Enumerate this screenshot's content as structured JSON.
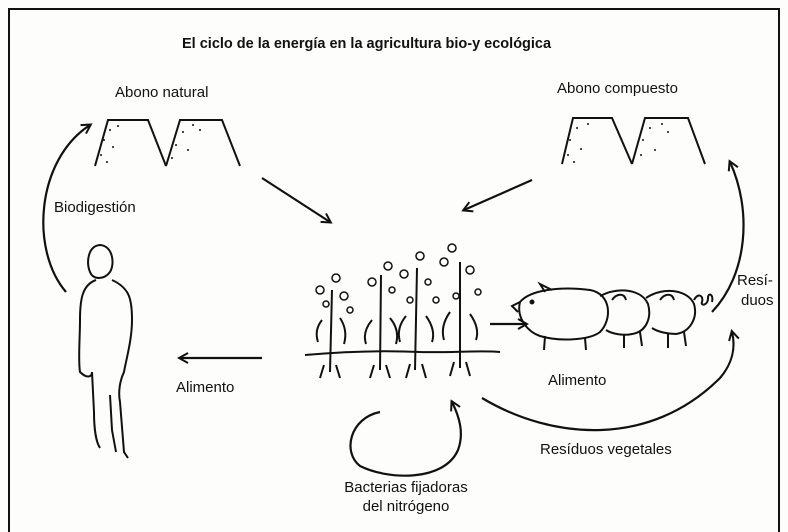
{
  "diagram": {
    "title": "El ciclo de la energía en la agricultura bio-y ecológica",
    "labels": {
      "abono_natural": "Abono natural",
      "abono_compuesto": "Abono compuesto",
      "biodigestion": "Biodigestión",
      "alimento_left": "Alimento",
      "alimento_right": "Alimento",
      "residuos_vegetales": "Resíduos vegetales",
      "bacterias_line1": "Bacterias fijadoras",
      "bacterias_line2": "del nitrógeno",
      "residuos_line1": "Resí-",
      "residuos_line2": "duos"
    }
  }
}
